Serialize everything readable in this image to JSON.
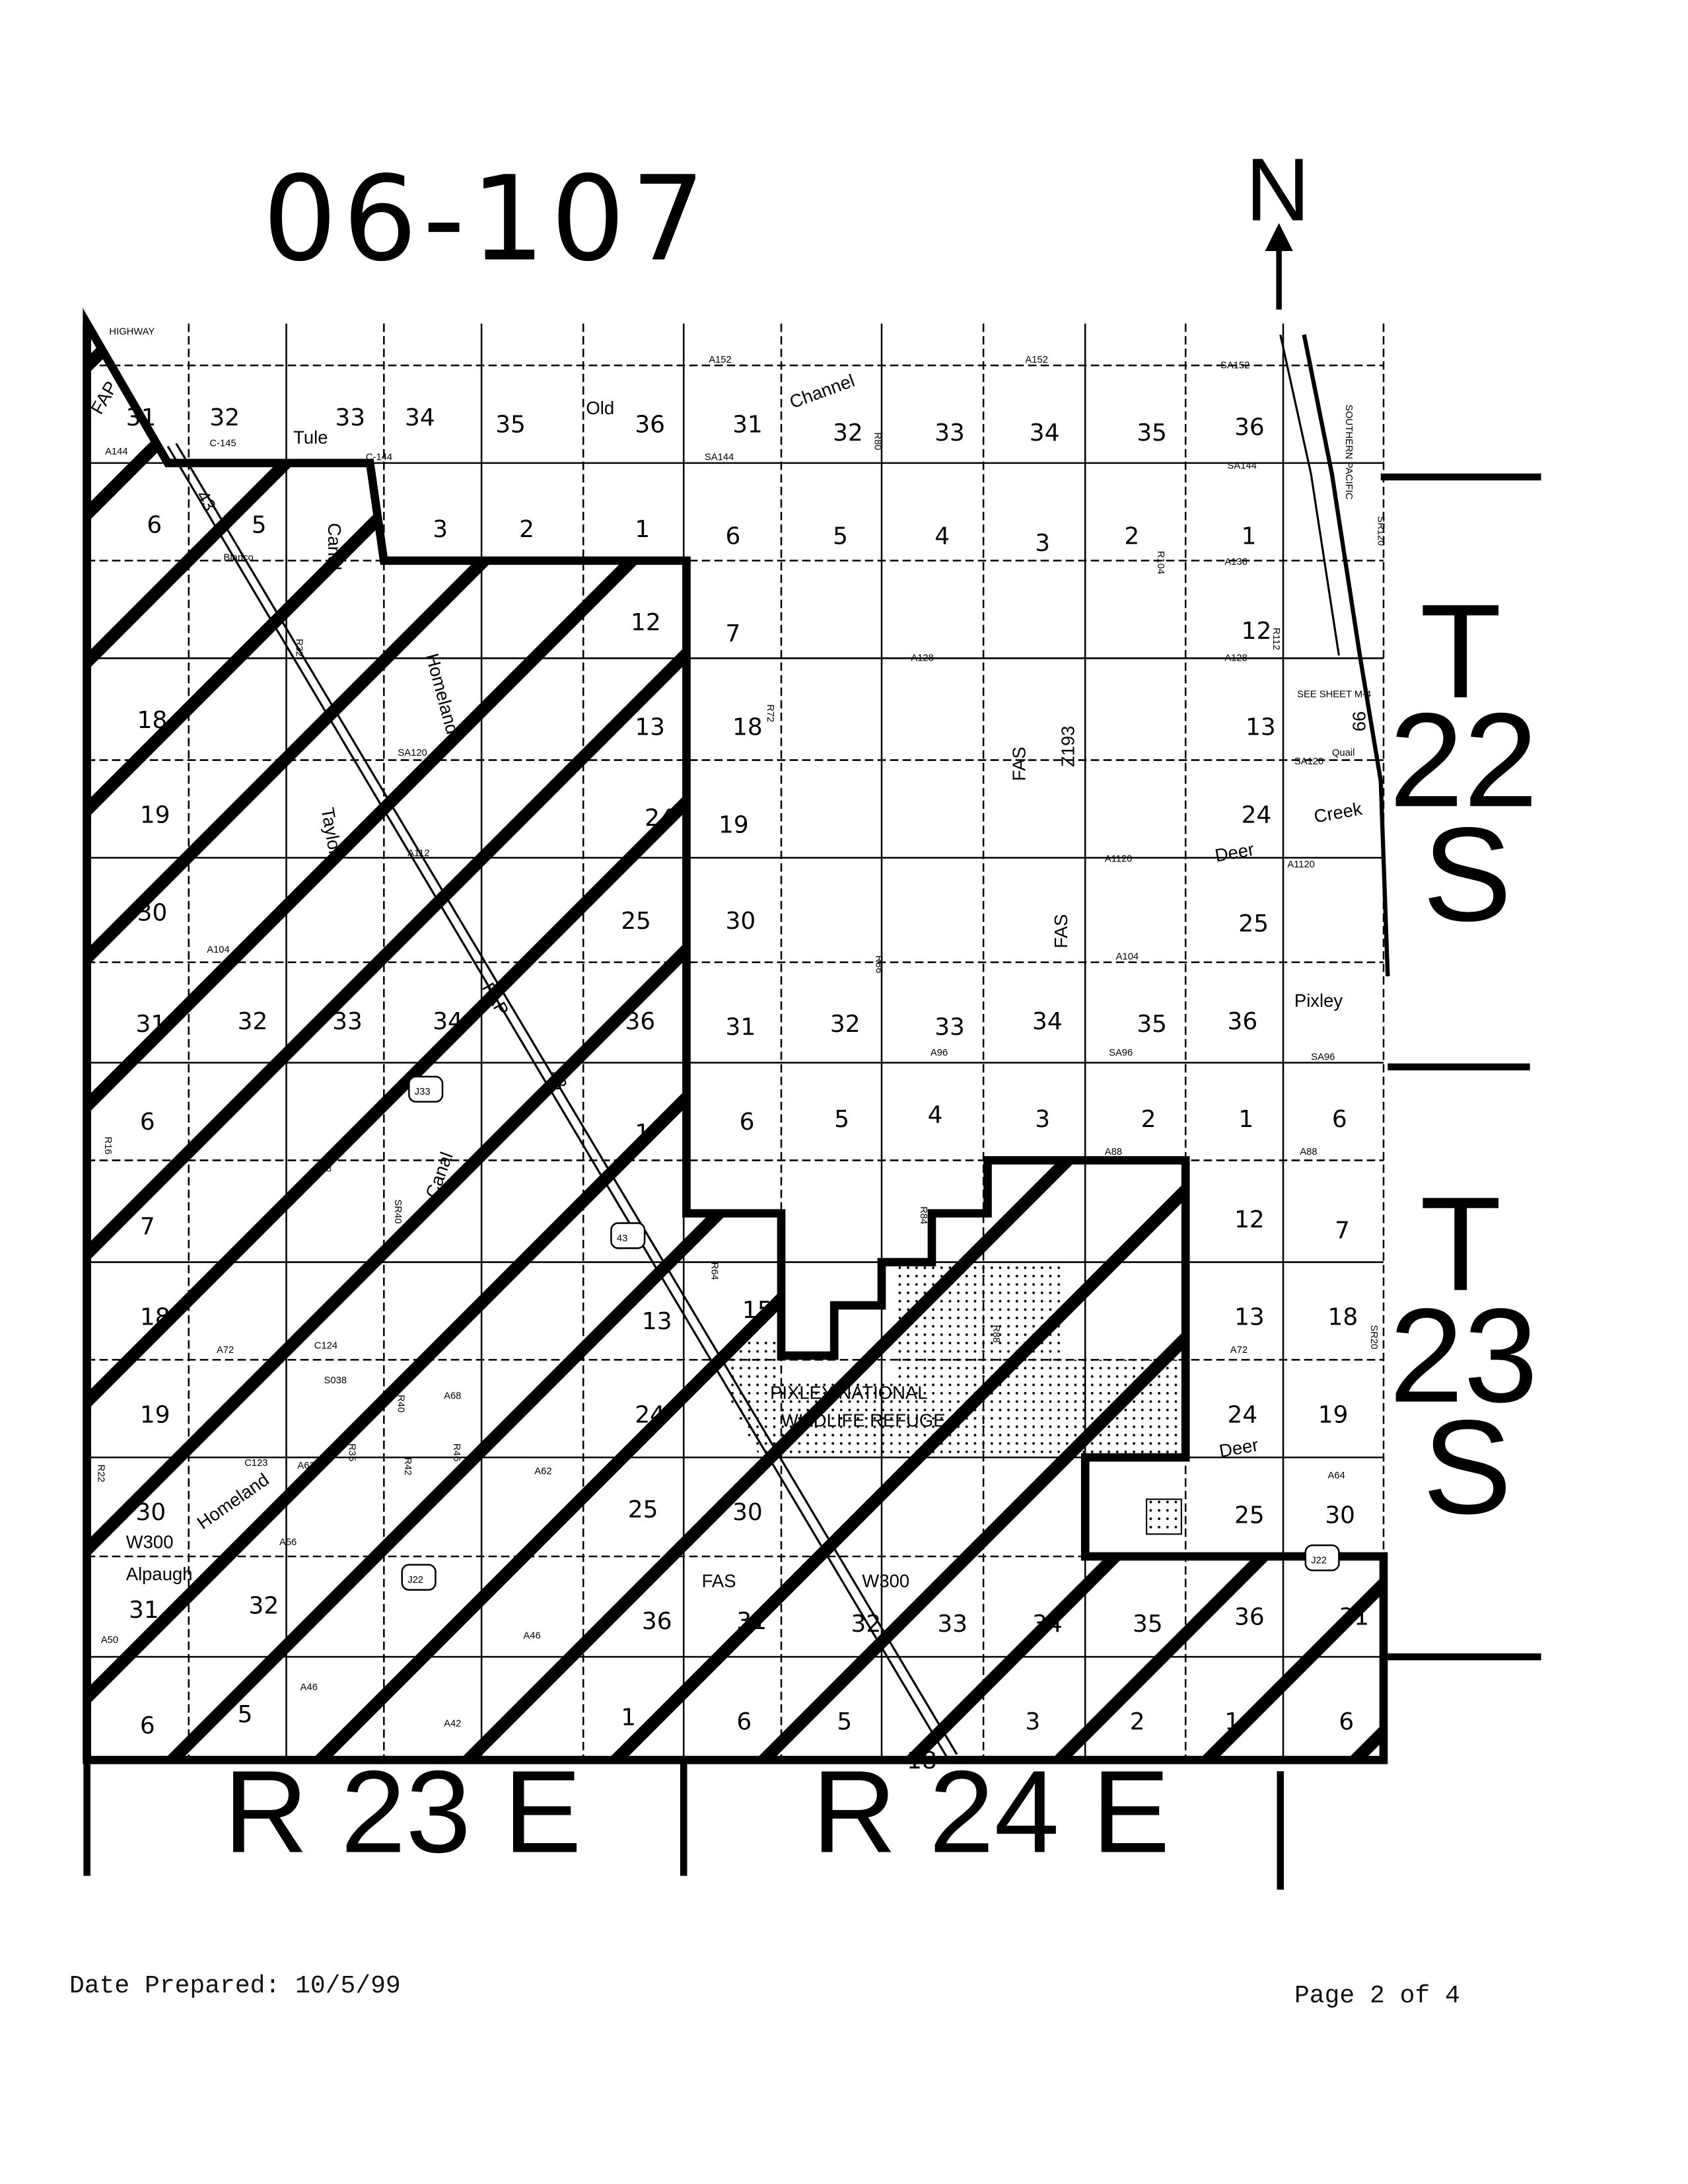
{
  "document": {
    "map_id": "06-107",
    "north_label": "N",
    "townships": [
      "T",
      "22",
      "S",
      "T",
      "23",
      "S"
    ],
    "ranges": [
      "R 23 E",
      "R 24 E"
    ],
    "date_prepared": "Date Prepared: 10/5/99",
    "page": "Page 2 of 4"
  },
  "section_numbers": [
    "31",
    "32",
    "33",
    "34",
    "35",
    "36",
    "31",
    "32",
    "33",
    "34",
    "35",
    "36",
    "6",
    "5",
    "3",
    "2",
    "1",
    "6",
    "5",
    "4",
    "3",
    "2",
    "1",
    "12",
    "7",
    "12",
    "18",
    "13",
    "18",
    "13",
    "19",
    "24",
    "19",
    "24",
    "30",
    "25",
    "30",
    "25",
    "31",
    "32",
    "33",
    "34",
    "36",
    "31",
    "32",
    "33",
    "34",
    "35",
    "36",
    "6",
    "1",
    "6",
    "5",
    "4",
    "3",
    "2",
    "1",
    "6",
    "7",
    "12",
    "7",
    "18",
    "13",
    "15",
    "13",
    "18",
    "19",
    "24",
    "24",
    "19",
    "30",
    "25",
    "30",
    "25",
    "30",
    "31",
    "32",
    "36",
    "31",
    "32",
    "33",
    "34",
    "35",
    "36",
    "31",
    "6",
    "5",
    "1",
    "6",
    "5",
    "3",
    "2",
    "1",
    "6",
    "18"
  ],
  "road_labels": [
    "HIGHWAY",
    "A152",
    "A152",
    "SA152",
    "C-145",
    "C-144",
    "SA144",
    "A144",
    "SA144",
    "Blanco",
    "A136",
    "A128",
    "A128",
    "R32",
    "SA120",
    "SA120",
    "Quail",
    "A112",
    "A1120",
    "A1120",
    "A104",
    "A104",
    "A96",
    "SA96",
    "SA96",
    "A88",
    "A88",
    "A88",
    "R84",
    "R64",
    "R88",
    "A72",
    "A72",
    "A68",
    "A62",
    "A62",
    "A64",
    "R42",
    "R46",
    "R35",
    "R40",
    "SR40",
    "R16",
    "R22",
    "A56",
    "A50",
    "A46",
    "A46",
    "A42",
    "C124",
    "S038",
    "C123",
    "R72",
    "R80",
    "R104",
    "R112",
    "SR120",
    "SR20",
    "R86",
    "SOUTHERN PACIFIC"
  ],
  "place_labels": [
    "FAP",
    "43",
    "Old",
    "Channel",
    "Tule",
    "Canal",
    "Homeland",
    "Taylor",
    "Canal",
    "Homeland",
    "Deer",
    "Creek",
    "Deer",
    "Pixley",
    "FAS",
    "FAS",
    "W300",
    "W300",
    "Alpaugh",
    "Z193",
    "FAS",
    "FAP",
    "43",
    "SEE SHEET M-4",
    "99"
  ],
  "shields": [
    "J33",
    "43",
    "J22",
    "J22"
  ],
  "refuge_label": [
    "PIXLEY NATIONAL",
    "WILDLIFE REFUGE"
  ]
}
